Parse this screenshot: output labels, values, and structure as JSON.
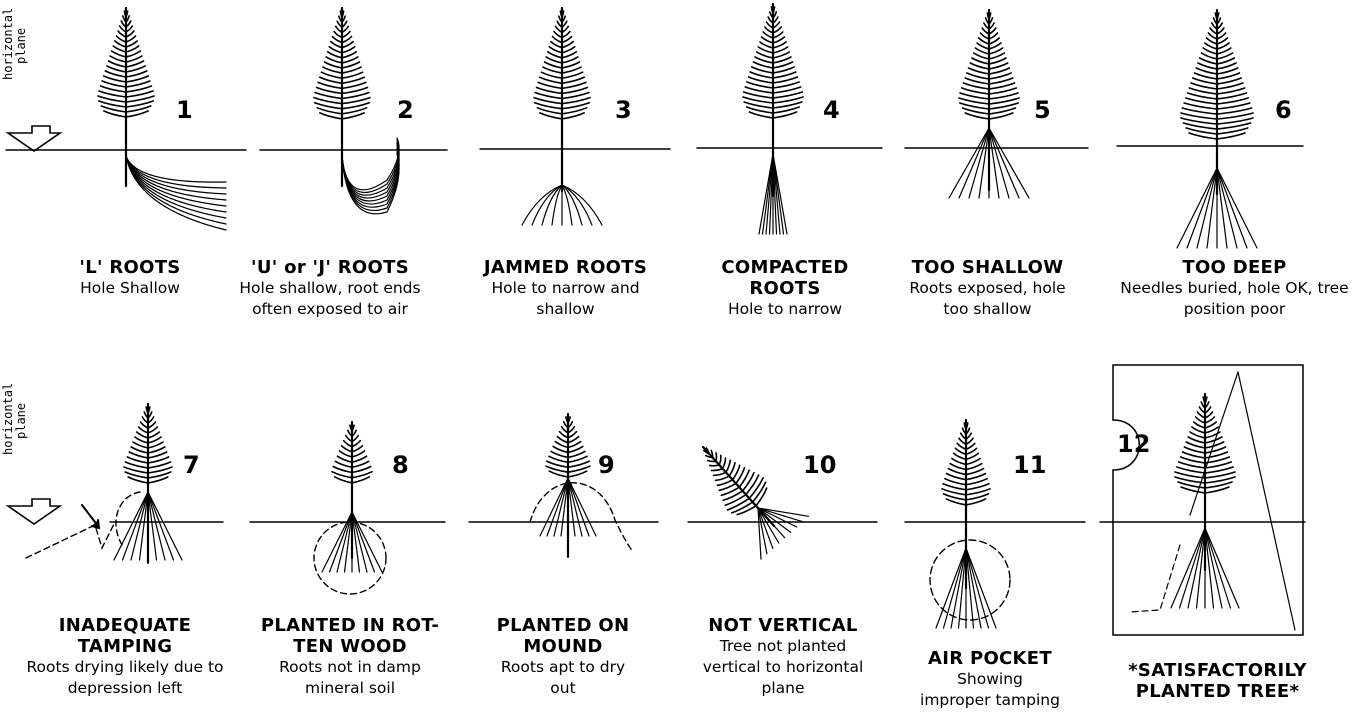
{
  "side_label": [
    "horizontal",
    "plane"
  ],
  "panels": [
    {
      "number": "1",
      "title": "'L' ROOTS",
      "desc": "Hole Shallow"
    },
    {
      "number": "2",
      "title": "'U'  or 'J' ROOTS",
      "desc": "Hole shallow, root ends often exposed to air"
    },
    {
      "number": "3",
      "title": "JAMMED ROOTS",
      "desc": "Hole to narrow  and shallow"
    },
    {
      "number": "4",
      "title": "COMPACTED ROOTS",
      "desc": "Hole to narrow"
    },
    {
      "number": "5",
      "title": "TOO SHALLOW",
      "desc": "Roots exposed, hole too shallow"
    },
    {
      "number": "6",
      "title": "TOO DEEP",
      "desc": "Needles buried, hole OK, tree position poor"
    },
    {
      "number": "7",
      "title": "INADEQUATE TAMPING",
      "desc": "Roots drying likely due to depression left"
    },
    {
      "number": "8",
      "title": "PLANTED IN ROT-TEN WOOD",
      "desc": "Roots not in damp mineral soil"
    },
    {
      "number": "9",
      "title": "PLANTED ON MOUND",
      "desc": "Roots apt to dry out"
    },
    {
      "number": "10",
      "title": "NOT VERTICAL",
      "desc": "Tree not planted vertical to horizontal plane"
    },
    {
      "number": "11",
      "title": "AIR POCKET",
      "desc": "Showing improper tamping"
    },
    {
      "number": "12",
      "title": "*SATISFACTORILY PLANTED TREE*",
      "desc": ""
    }
  ]
}
